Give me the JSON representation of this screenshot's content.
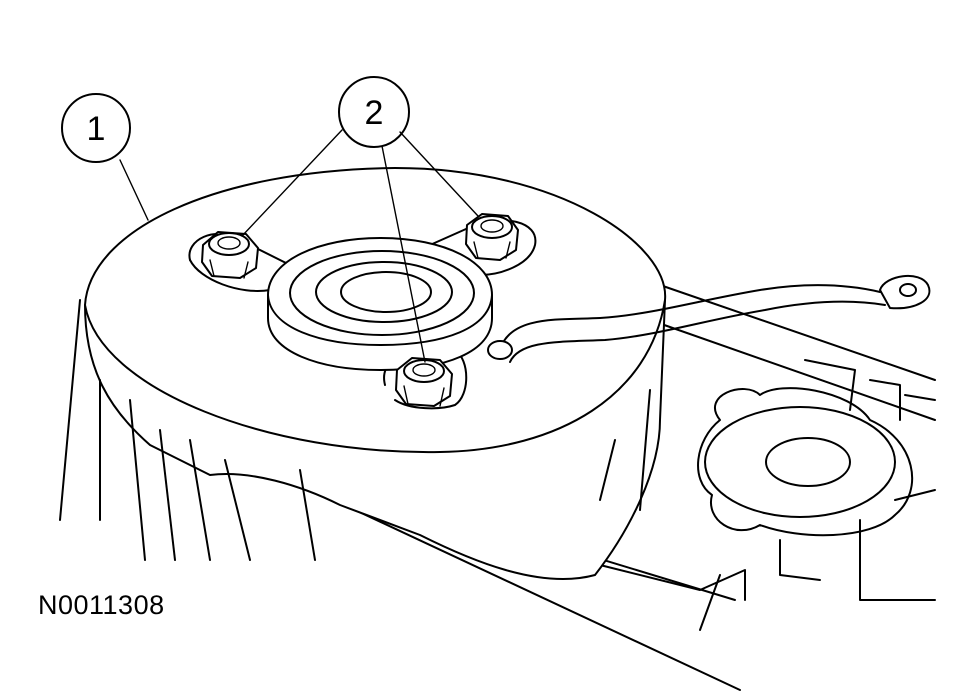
{
  "callouts": [
    {
      "label": "1"
    },
    {
      "label": "2"
    }
  ],
  "figure_id": "N0011308"
}
